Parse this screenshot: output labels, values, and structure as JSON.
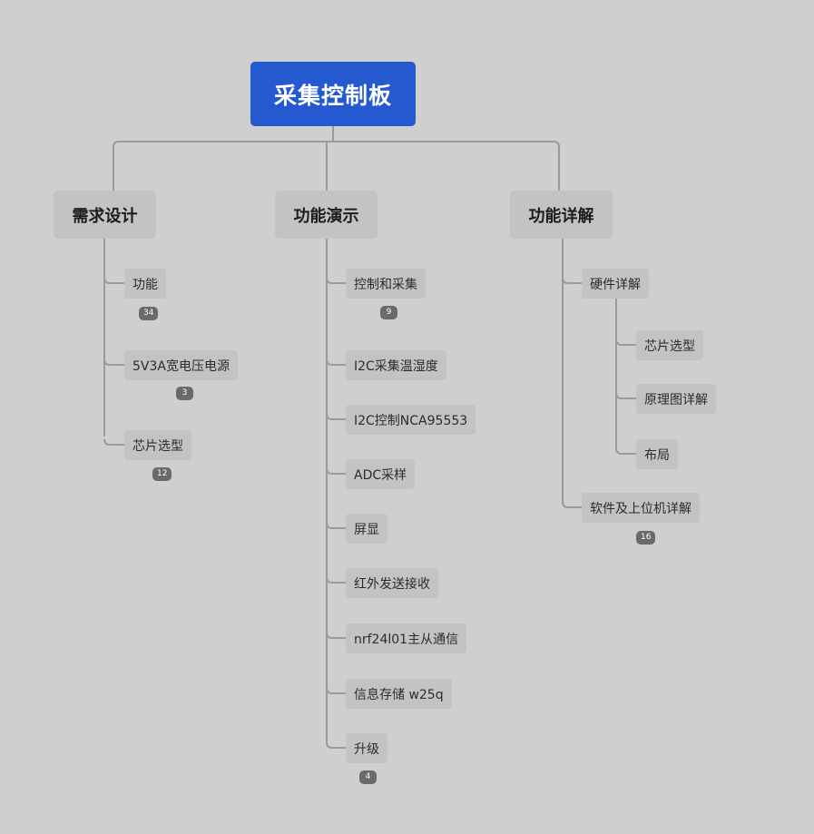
{
  "root": {
    "label": "采集控制板"
  },
  "branches": [
    {
      "label": "需求设计",
      "children": [
        {
          "label": "功能",
          "badge": "34"
        },
        {
          "label": "5V3A宽电压电源",
          "badge": "3"
        },
        {
          "label": "芯片选型",
          "badge": "12"
        }
      ]
    },
    {
      "label": "功能演示",
      "children": [
        {
          "label": "控制和采集",
          "badge": "9"
        },
        {
          "label": "I2C采集温湿度"
        },
        {
          "label": "I2C控制NCA95553"
        },
        {
          "label": "ADC采样"
        },
        {
          "label": "屏显"
        },
        {
          "label": "红外发送接收"
        },
        {
          "label": "nrf24l01主从通信"
        },
        {
          "label": "信息存储 w25q"
        },
        {
          "label": "升级",
          "badge": "4"
        }
      ]
    },
    {
      "label": "功能详解",
      "children": [
        {
          "label": "硬件详解",
          "children": [
            {
              "label": "芯片选型"
            },
            {
              "label": "原理图详解"
            },
            {
              "label": "布局"
            }
          ]
        },
        {
          "label": "软件及上位机详解",
          "badge": "16"
        }
      ]
    }
  ]
}
